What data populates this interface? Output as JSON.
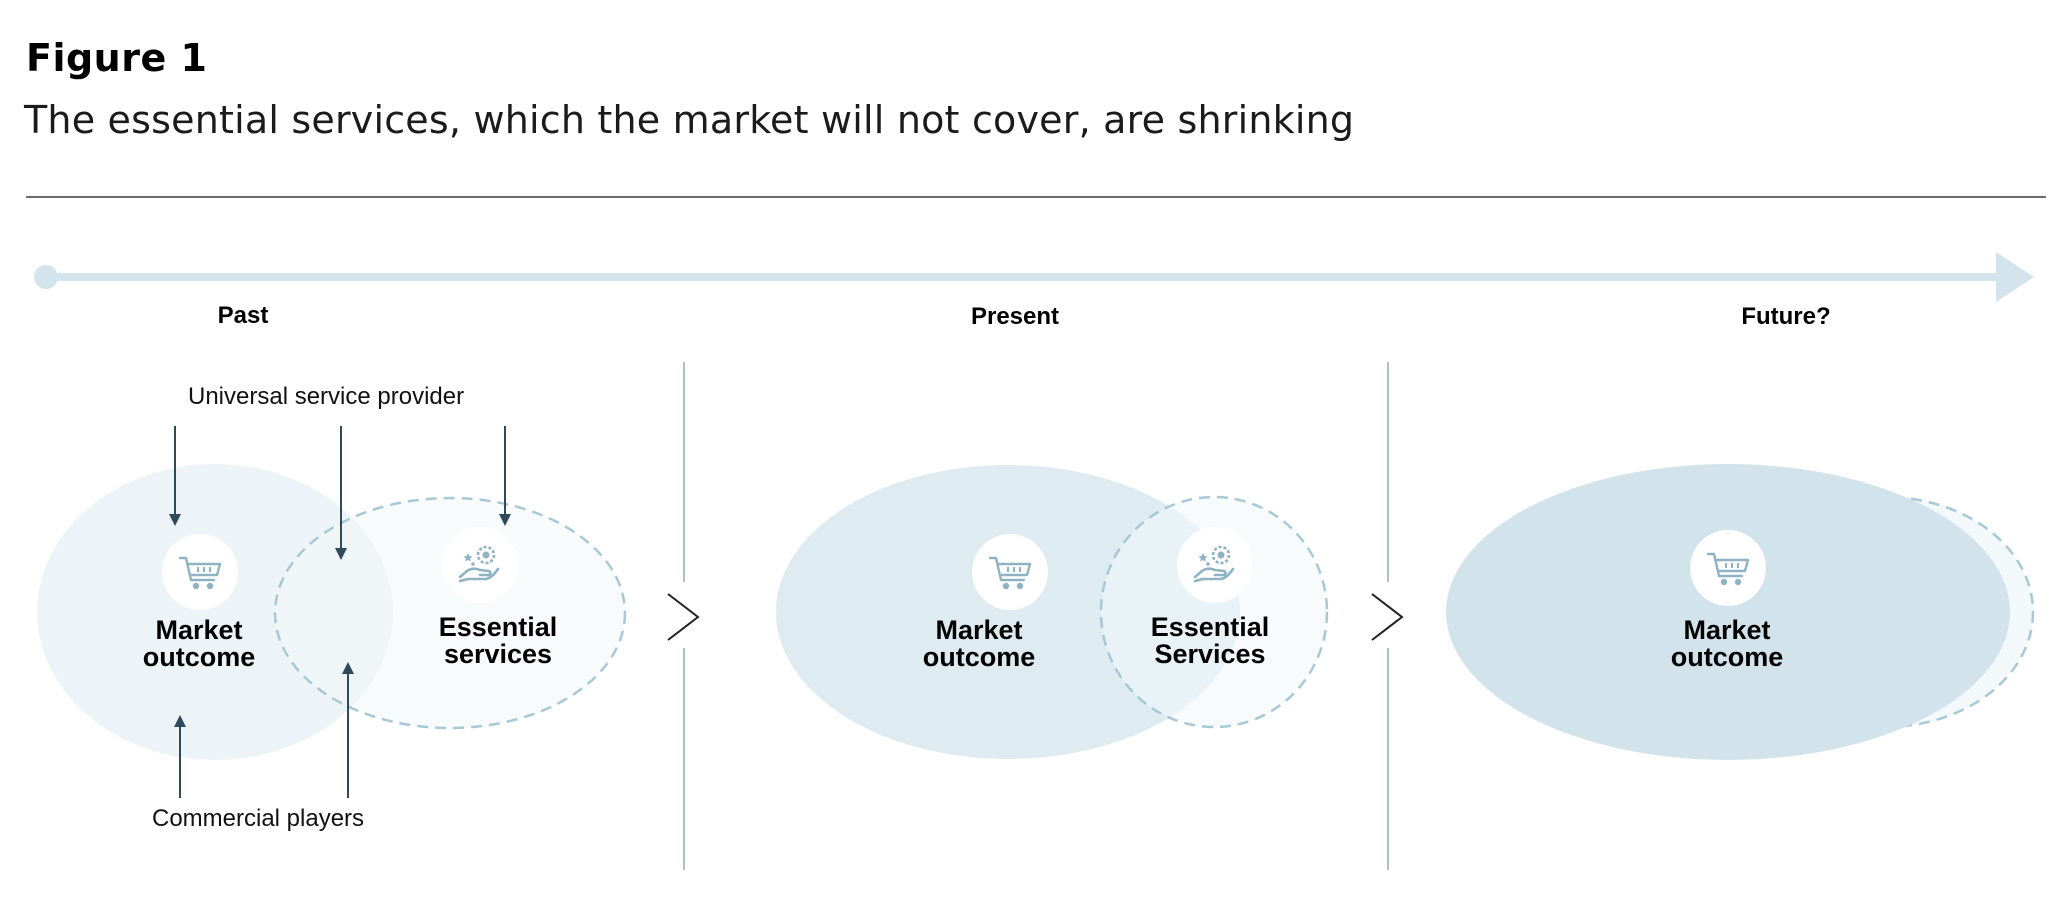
{
  "figure": {
    "label": "Figure 1",
    "title": "The essential services, which the market will not cover, are shrinking"
  },
  "timeline": {
    "periods": [
      {
        "label": "Past"
      },
      {
        "label": "Present"
      },
      {
        "label": "Future?"
      }
    ]
  },
  "past": {
    "annotation_top": "Universal service provider",
    "annotation_bottom": "Commercial players",
    "market_label_1": "Market",
    "market_label_2": "outcome",
    "essential_label_1": "Essential",
    "essential_label_2": "services"
  },
  "present": {
    "market_label_1": "Market",
    "market_label_2": "outcome",
    "essential_label_1": "Essential",
    "essential_label_2": "Services"
  },
  "future": {
    "market_label_1": "Market",
    "market_label_2": "outcome"
  },
  "icons": {
    "market": "shopping-cart-icon",
    "essential": "hand-with-gear-icon"
  },
  "colors": {
    "timeline": "#d3e4ec",
    "divider": "#a6c2cf",
    "arrow": "#2f4a5a",
    "past_market_fill": "#edf4f7",
    "present_market_fill": "#deebf1",
    "future_market_fill": "#d2e3eb",
    "essential_fill": "#f3f8fa",
    "dash": "#a9c8d6",
    "icon": "#8fb3c3"
  }
}
